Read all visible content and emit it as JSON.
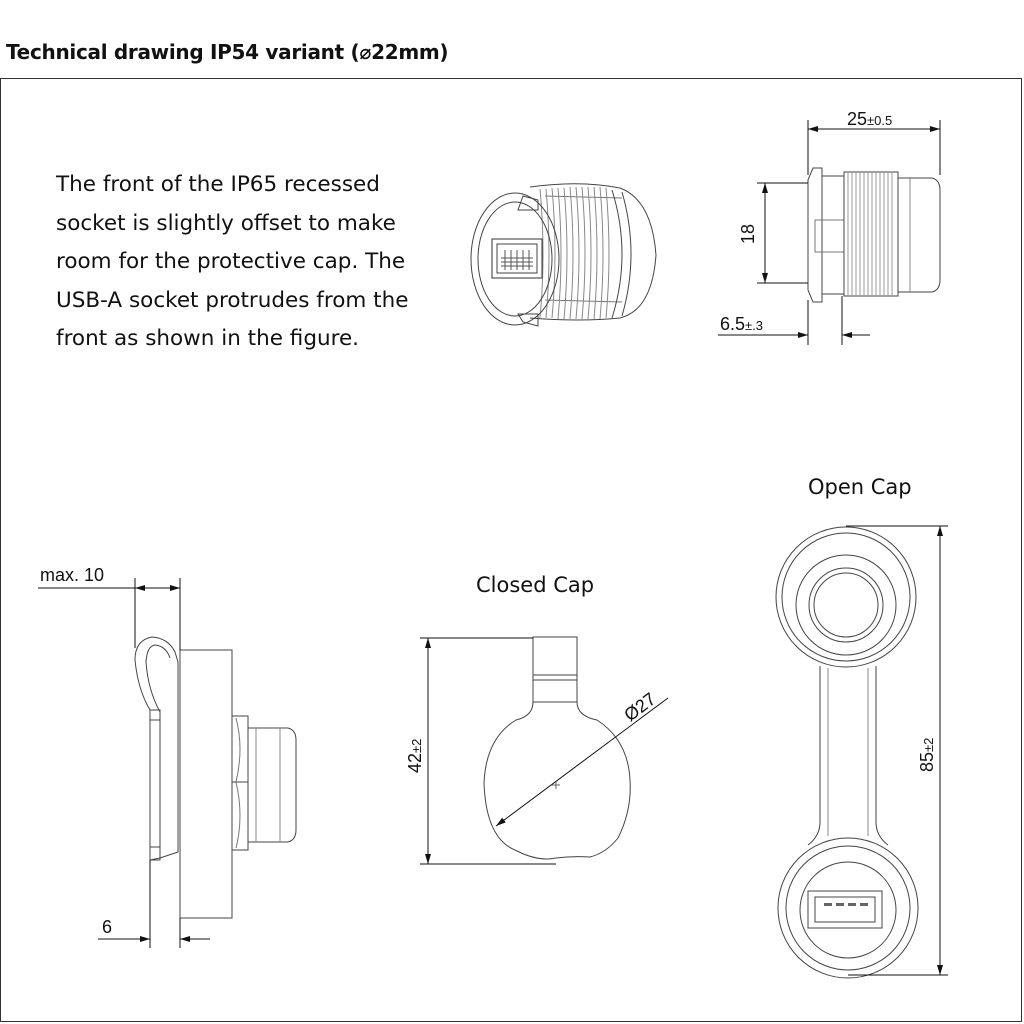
{
  "title": "Technical drawing IP54 variant (⌀22mm)",
  "description": "The front of the IP65 recessed socket is slightly offset to make room for the protective cap. The USB-A socket protrudes from the front as shown in the figure.",
  "labels": {
    "closed_cap": "Closed Cap",
    "open_cap": "Open Cap"
  },
  "dimensions": {
    "length_main": "25",
    "length_tol": "±0.5",
    "height": "18",
    "front_offset_main": "6.5",
    "front_offset_tol": "±.3",
    "max_panel": "max. 10",
    "flange": "6",
    "cap_height_main": "42",
    "cap_height_tol": "±2",
    "cap_diameter": "Ø27",
    "open_length_main": "85",
    "open_length_tol": "±2"
  }
}
